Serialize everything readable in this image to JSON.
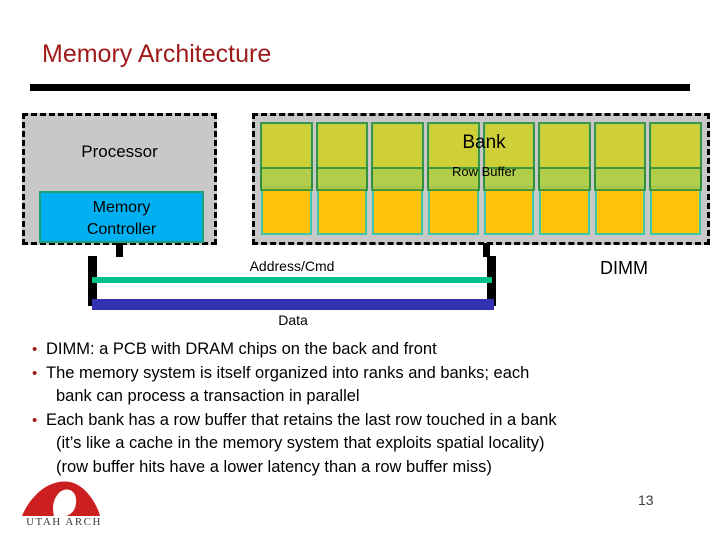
{
  "slide": {
    "title": "Memory Architecture",
    "page_number": "13",
    "title_color": "#9e1a1a",
    "bullet_color": "#9e1a1a"
  },
  "diagram": {
    "processor": {
      "label": "Processor",
      "fill": "#c8c8c8",
      "memory_controller": {
        "label_line1": "Memory",
        "label_line2": "Controller",
        "fill": "#00b0f0",
        "border": "#1f9e7e"
      }
    },
    "dimm": {
      "label": "DIMM",
      "fill": "#c8c8c8",
      "bank_label": "Bank",
      "row_buffer_label": "Row Buffer",
      "bank_count": 8,
      "bank_fill": "#ffc20a",
      "bank_border": "#3ec6a8",
      "overlay_fill": "#c9d23f",
      "row_buffer_fill": "#aecd4d",
      "overlay_border": "#2f8f3c"
    },
    "bus": {
      "address_label": "Address/Cmd",
      "address_color": "#00c08c",
      "data_label": "Data",
      "data_color": "#3333b2"
    }
  },
  "bullets": [
    {
      "marker": "•",
      "lines": [
        "DIMM: a PCB with DRAM chips on the back and front"
      ]
    },
    {
      "marker": "•",
      "lines": [
        "The memory system is itself organized into ranks and banks; each",
        "bank can process a transaction in parallel"
      ]
    },
    {
      "marker": "•",
      "lines": [
        "Each bank has a row buffer that retains the last row touched in a bank",
        "(it’s like a cache in the memory system that exploits spatial locality)",
        "(row buffer hits have a lower latency than a row buffer miss)"
      ]
    }
  ],
  "logo": {
    "text": "UTAH ARCH",
    "color": "#cc1f1f"
  }
}
